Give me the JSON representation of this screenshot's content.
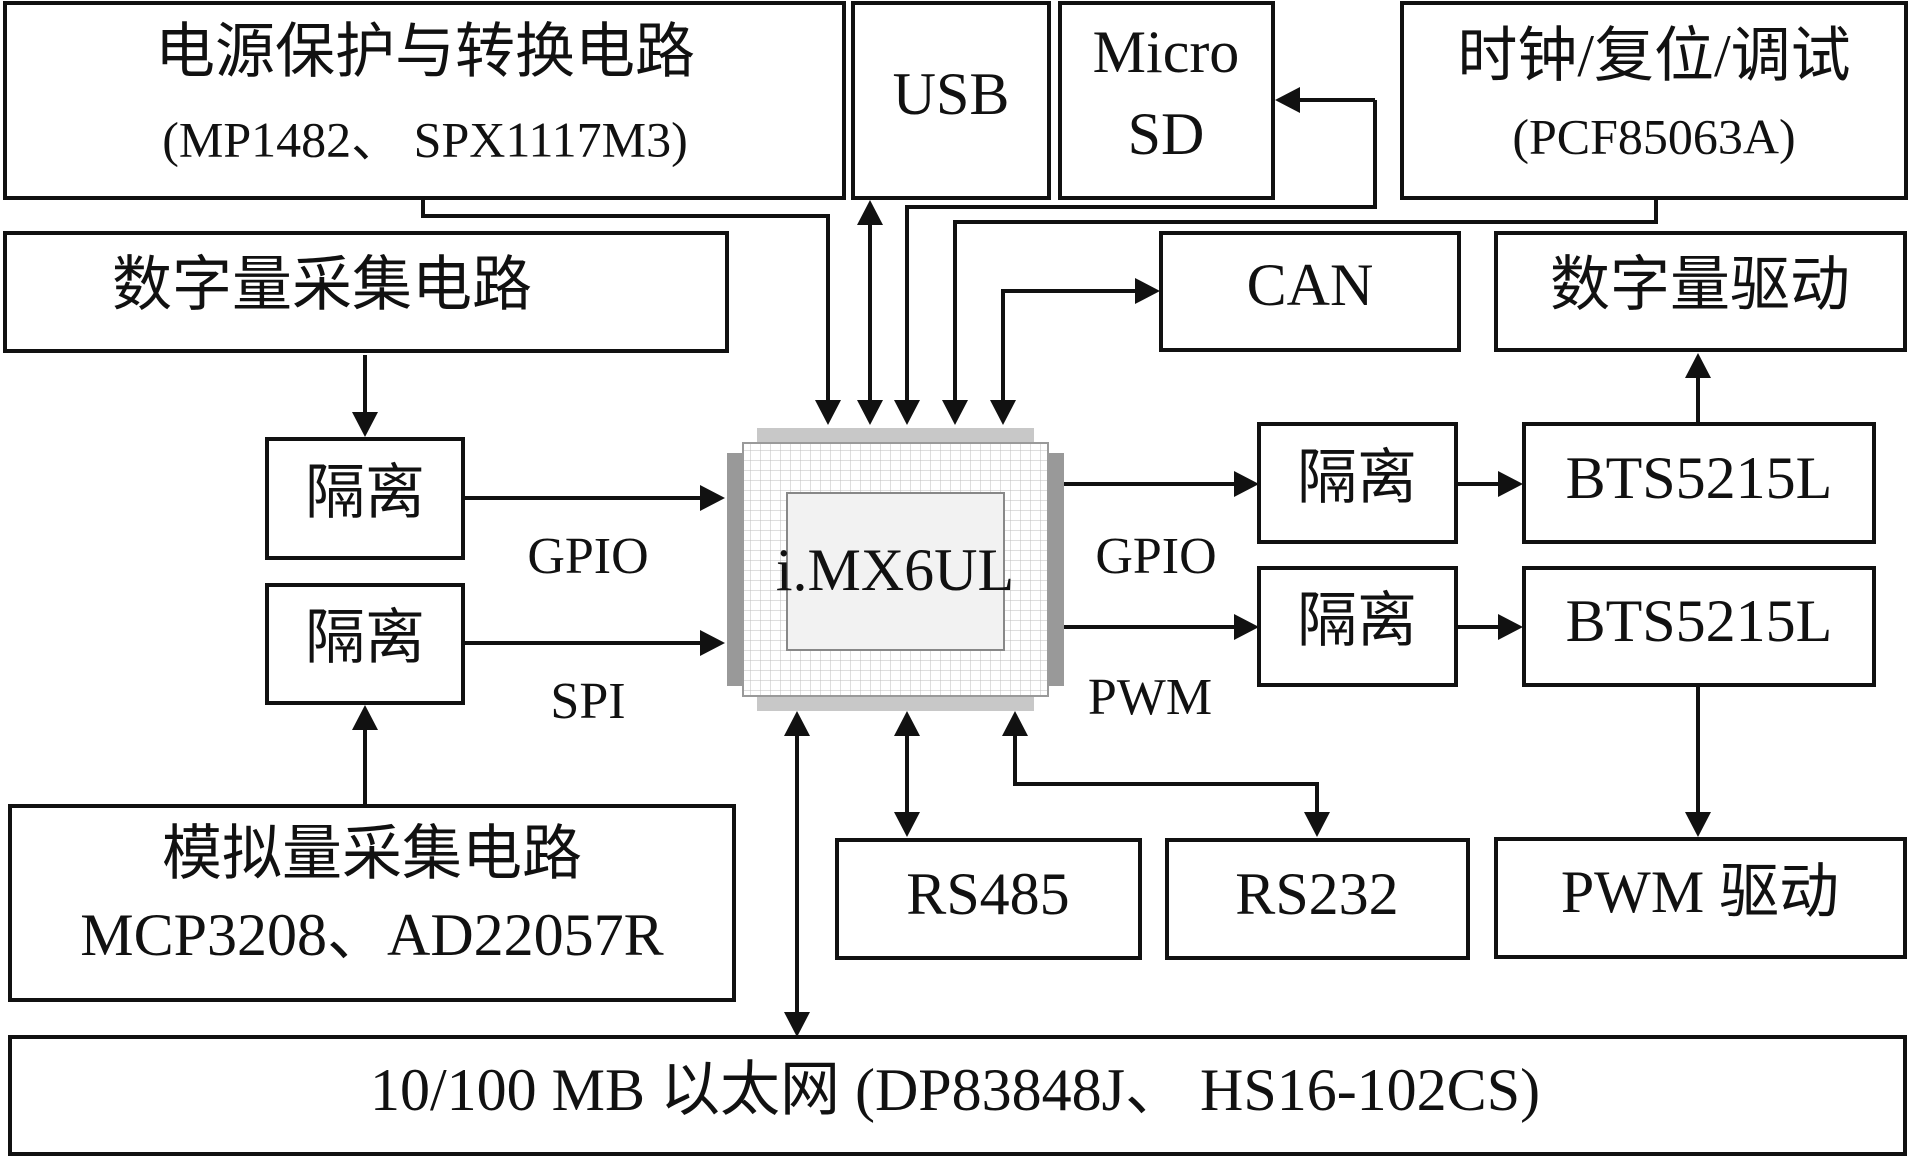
{
  "blocks": {
    "power": {
      "line1": "电源保护与转换电路",
      "line2": "(MP1482、 SPX1117M3)"
    },
    "usb": {
      "label": "USB"
    },
    "microsd": {
      "line1": "Micro",
      "line2": "SD"
    },
    "clock": {
      "line1": "时钟/复位/调试",
      "line2": "(PCF85063A)"
    },
    "digital_acq": {
      "label": "数字量采集电路"
    },
    "can": {
      "label": "CAN"
    },
    "digital_drive": {
      "label": "数字量驱动"
    },
    "iso_gpio_in": {
      "label": "隔离"
    },
    "iso_spi_in": {
      "label": "隔离"
    },
    "iso_gpio_out": {
      "label": "隔离"
    },
    "iso_pwm_out": {
      "label": "隔离"
    },
    "bts_1": {
      "label": "BTS5215L"
    },
    "bts_2": {
      "label": "BTS5215L"
    },
    "analog_acq": {
      "line1": "模拟量采集电路",
      "line2": "MCP3208、AD22057R"
    },
    "rs485": {
      "label": "RS485"
    },
    "rs232": {
      "label": "RS232"
    },
    "pwm_drive": {
      "label": "PWM 驱动"
    },
    "ethernet": {
      "label": "10/100 MB 以太网 (DP83848J、 HS16-102CS)"
    },
    "cpu": {
      "label": "i.MX6UL"
    }
  },
  "signals": {
    "gpio_in": "GPIO",
    "spi_in": "SPI",
    "gpio_out": "GPIO",
    "pwm_out": "PWM"
  }
}
